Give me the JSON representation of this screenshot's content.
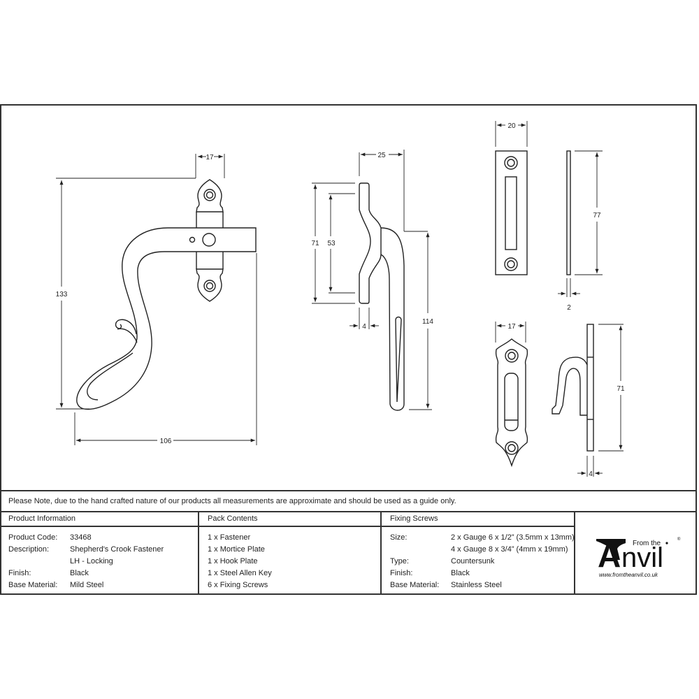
{
  "drawing": {
    "fastener_front": {
      "width_label": "17",
      "height_label": "133",
      "span_label": "106"
    },
    "fastener_side": {
      "top_label": "25",
      "outer_label": "71",
      "inner_label": "53",
      "thickness_label": "4",
      "length_label": "114"
    },
    "mortice_plate": {
      "width_label": "20",
      "height_label": "77",
      "thickness_label": "2"
    },
    "hook_plate": {
      "width_label": "17",
      "height_label": "71",
      "thickness_label": "4"
    }
  },
  "note": "Please Note, due to the hand crafted nature of our products all measurements are approximate and should be used as a guide only.",
  "product_information": {
    "header": "Product Information",
    "rows": [
      {
        "key": "Product Code:",
        "value": "33468"
      },
      {
        "key": "Description:",
        "value": "Shepherd's Crook Fastener"
      },
      {
        "key": "",
        "value": "LH - Locking"
      },
      {
        "key": "Finish:",
        "value": "Black"
      },
      {
        "key": "Base Material:",
        "value": "Mild Steel"
      }
    ]
  },
  "pack_contents": {
    "header": "Pack Contents",
    "items": [
      "1 x Fastener",
      "1 x Mortice Plate",
      "1 x Hook Plate",
      "1 x Steel Allen Key",
      "6 x Fixing Screws"
    ]
  },
  "fixing_screws": {
    "header": "Fixing Screws",
    "rows": [
      {
        "key": "Size:",
        "value": "2 x Gauge 6 x 1/2” (3.5mm x 13mm)"
      },
      {
        "key": "",
        "value": "4 x Gauge 8 x 3/4” (4mm x 19mm)"
      },
      {
        "key": "Type:",
        "value": "Countersunk"
      },
      {
        "key": "Finish:",
        "value": "Black"
      },
      {
        "key": "Base Material:",
        "value": "Stainless Steel"
      }
    ]
  },
  "logo": {
    "small_text": "From the",
    "big_text": "Anvil",
    "registered": "®",
    "url": "www.fromtheanvil.co.uk"
  }
}
